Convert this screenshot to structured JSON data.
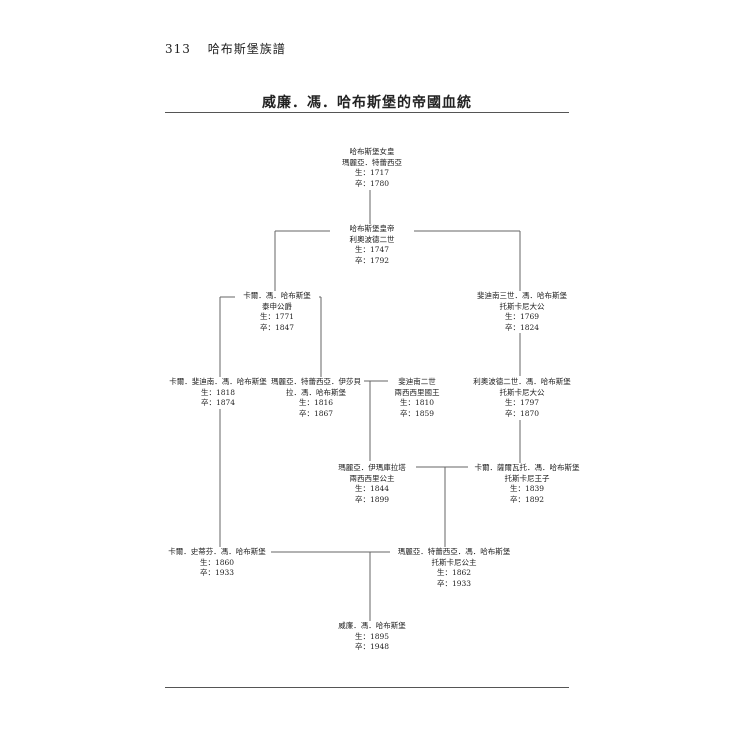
{
  "header": {
    "page_number": "313",
    "running_title": "哈布斯堡族譜"
  },
  "title": "威廉．馮．哈布斯堡的帝國血統",
  "persons": {
    "maria_theresa": {
      "lines": [
        "哈布斯堡女皇",
        "瑪麗亞．特蕾西亞",
        "生：1717",
        "卒：1780"
      ]
    },
    "leopold_ii": {
      "lines": [
        "哈布斯堡皇帝",
        "利奧波德二世",
        "生：1747",
        "卒：1792"
      ]
    },
    "karl_teschen": {
      "lines": [
        "卡爾．馮．哈布斯堡",
        "泰申公爵",
        "生：1771",
        "卒：1847"
      ]
    },
    "ferdinand_iii": {
      "lines": [
        "斐迪南三世．馮．哈布斯堡",
        "托斯卡尼大公",
        "生：1769",
        "卒：1824"
      ]
    },
    "karl_ferdinand": {
      "lines": [
        "卡爾．斐迪南．馮．哈布斯堡",
        "生：1818",
        "卒：1874"
      ]
    },
    "maria_theresia_isabella": {
      "lines": [
        "瑪麗亞．特蕾西亞．伊莎貝",
        "拉．馮．哈布斯堡",
        "生：1816",
        "卒：1867"
      ]
    },
    "ferdinand_ii_sicily": {
      "lines": [
        "斐迪南二世",
        "兩西西里國王",
        "生：1810",
        "卒：1859"
      ]
    },
    "leopold_ii_tuscany": {
      "lines": [
        "利奧波德二世．馮．哈布斯堡",
        "托斯卡尼大公",
        "生：1797",
        "卒：1870"
      ]
    },
    "maria_immaculata": {
      "lines": [
        "瑪麗亞．伊瑪庫拉塔",
        "兩西西里公主",
        "生：1844",
        "卒：1899"
      ]
    },
    "karl_salvator": {
      "lines": [
        "卡爾．薩爾瓦托．馮．哈布斯堡",
        "托斯卡尼王子",
        "生：1839",
        "卒：1892"
      ]
    },
    "karl_stephan": {
      "lines": [
        "卡爾．史蒂芬．馮．哈布斯堡",
        "生：1860",
        "卒：1933"
      ]
    },
    "maria_theresia_tuscany": {
      "lines": [
        "瑪麗亞．特蕾西亞．馮．哈布斯堡",
        "托斯卡尼公主",
        "生：1862",
        "卒：1933"
      ]
    },
    "wilhelm": {
      "lines": [
        "威廉．馮．哈布斯堡",
        "生：1895",
        "卒：1948"
      ]
    }
  }
}
